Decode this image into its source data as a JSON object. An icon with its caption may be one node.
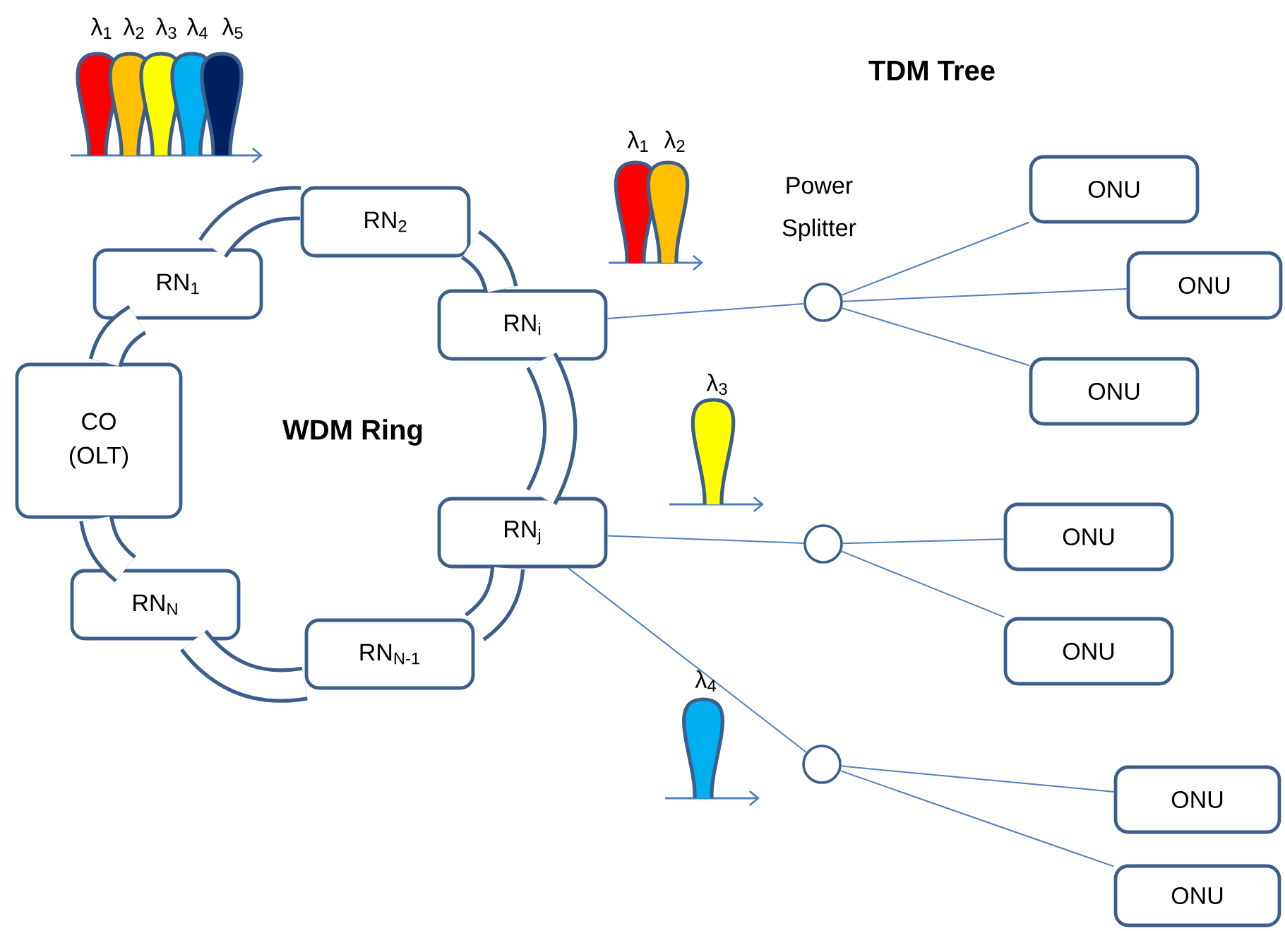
{
  "diagram": {
    "nodes": [
      {
        "text": [
          "CO (OLT)"
        ]
      },
      {
        "text": [
          "RN$_{1}$"
        ]
      },
      {
        "text": [
          "RN$_{2}$"
        ]
      },
      {
        "text": [
          "RN$_{i}$"
        ]
      },
      {
        "text": [
          "RN$_{j}$"
        ]
      },
      {
        "text": [
          "RN$_{N-1}$"
        ]
      },
      {
        "text": [
          "RN$_{N}$"
        ]
      },
      {
        "text": [],
        "shape": "circle",
        "beside": [
          "Power Splitter"
        ]
      },
      {
        "text": [],
        "shape": "circle"
      },
      {
        "text": [],
        "shape": "circle"
      },
      {
        "text": [
          "ONU"
        ]
      },
      {
        "text": [
          "ONU"
        ]
      },
      {
        "text": [
          "ONU"
        ]
      },
      {
        "text": [
          "ONU"
        ]
      },
      {
        "text": [
          "ONU"
        ]
      },
      {
        "text": [
          "ONU"
        ]
      },
      {
        "text": [
          "ONU"
        ]
      }
    ],
    "edges": [
      {
        "from": 0,
        "to": 1,
        "arrow": "none",
        "style": "thick",
        "color": "#3b5e8c"
      },
      {
        "from": 1,
        "to": 2,
        "arrow": "none",
        "style": "thick",
        "color": "#3b5e8c"
      },
      {
        "from": 2,
        "to": 3,
        "arrow": "none",
        "style": "thick",
        "color": "#3b5e8c"
      },
      {
        "from": 3,
        "to": 4,
        "arrow": "none",
        "style": "thick",
        "color": "#3b5e8c"
      },
      {
        "from": 4,
        "to": 5,
        "arrow": "none",
        "style": "thick",
        "color": "#3b5e8c"
      },
      {
        "from": 5,
        "to": 6,
        "arrow": "none",
        "style": "thick",
        "color": "#3b5e8c"
      },
      {
        "from": 6,
        "to": 0,
        "arrow": "none",
        "style": "thick",
        "color": "#3b5e8c"
      },
      {
        "from": 3,
        "to": 7,
        "arrow": "none"
      },
      {
        "from": 4,
        "to": 8,
        "arrow": "none"
      },
      {
        "from": 4,
        "to": 9,
        "arrow": "none"
      },
      {
        "from": 7,
        "to": 10,
        "arrow": "none"
      },
      {
        "from": 7,
        "to": 11,
        "arrow": "none"
      },
      {
        "from": 7,
        "to": 12,
        "arrow": "none"
      },
      {
        "from": 8,
        "to": 13,
        "arrow": "none"
      },
      {
        "from": 8,
        "to": 14,
        "arrow": "none"
      },
      {
        "from": 9,
        "to": 15,
        "arrow": "none"
      },
      {
        "from": 9,
        "to": 16,
        "arrow": "none"
      }
    ],
    "labels": [
      "TDM Tree",
      "λ$_{1}$",
      "λ$_{2}$",
      "λ$_{3}$",
      "λ$_{4}$",
      "λ$_{5}$",
      "λ$_{1}$",
      "λ$_{2}$",
      "WDM Ring",
      "λ$_{3}$",
      "λ$_{4}$"
    ]
  }
}
